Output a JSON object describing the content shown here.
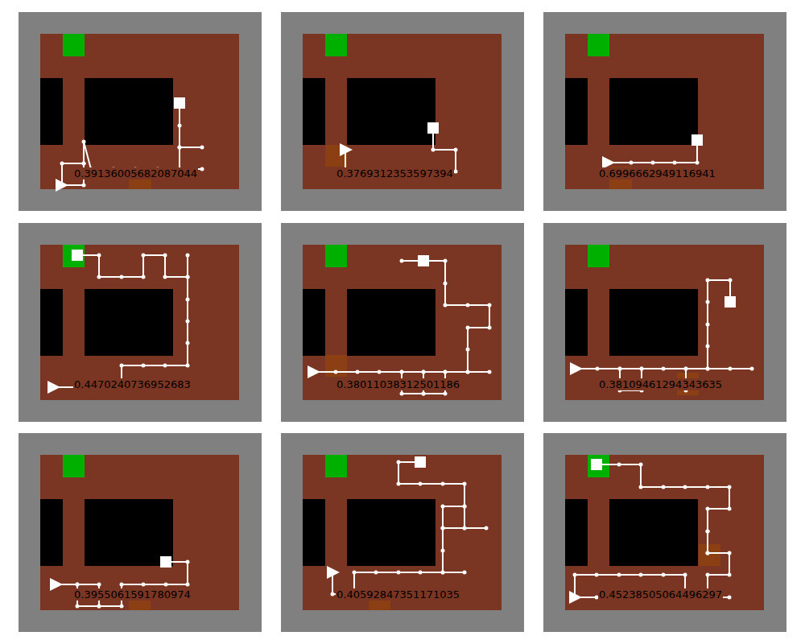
{
  "diagram": {
    "labels": [
      "0.39136005682087044",
      "0.3769312353597394",
      "0.6996662949116941",
      "0.4470240736952683",
      "0.38011038312501186",
      "0.38109461294343635",
      "0.3955061591780974",
      "0.40592847351171035",
      "0.45238505064496297"
    ]
  }
}
